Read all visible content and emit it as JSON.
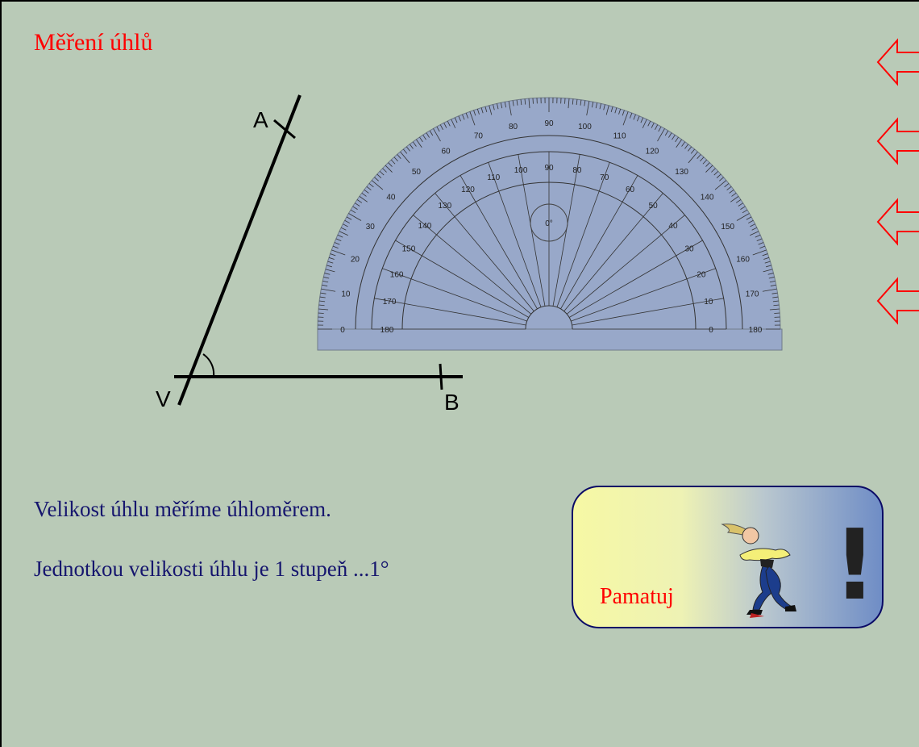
{
  "slide": {
    "title": "Měření úhlů",
    "text_lines": [
      "Velikost úhlu měříme úhloměrem.",
      "Jednotkou velikosti úhlu je 1 stupeň ...1°"
    ]
  },
  "angle": {
    "vertex": "V",
    "point_a": "A",
    "point_b": "B"
  },
  "protractor": {
    "center_label": "0°",
    "outer_scale": [
      "0",
      "10",
      "20",
      "30",
      "40",
      "50",
      "60",
      "70",
      "80",
      "90",
      "100",
      "110",
      "120",
      "130",
      "140",
      "150",
      "160",
      "170",
      "180"
    ],
    "inner_scale": [
      "180",
      "170",
      "160",
      "150",
      "140",
      "130",
      "120",
      "110",
      "100",
      "90",
      "80",
      "70",
      "60",
      "50",
      "40",
      "30",
      "20",
      "10",
      "0"
    ]
  },
  "remember": {
    "label": "Pamatuj",
    "exclamation": "!"
  },
  "nav": {
    "arrows": [
      "left-arrow-icon",
      "left-arrow-icon",
      "left-arrow-icon",
      "left-arrow-icon"
    ],
    "color": "#ff0000"
  },
  "colors": {
    "background": "#b9cab7",
    "title": "#ff0000",
    "text": "#16166e",
    "protractor_fill": "#98a8c9"
  }
}
